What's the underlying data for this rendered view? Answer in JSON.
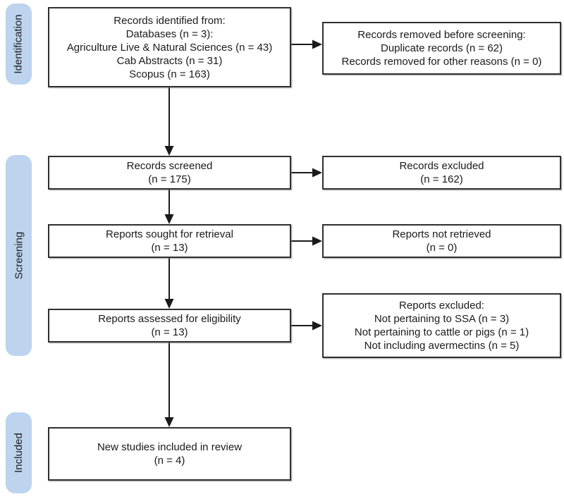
{
  "sidebar": {
    "stages": [
      {
        "label": "Identification"
      },
      {
        "label": "Screening"
      },
      {
        "label": "Included"
      }
    ]
  },
  "boxes": {
    "identified": {
      "lines": [
        "Records identified from:",
        "Databases (n = 3):",
        "Agriculture Live & Natural Sciences (n = 43)",
        "Cab Abstracts (n = 31)",
        "Scopus (n = 163)"
      ]
    },
    "removed_before_screening": {
      "lines": [
        "Records removed before screening:",
        "Duplicate records (n = 62)",
        "Records removed for other reasons (n = 0)"
      ]
    },
    "records_screened": {
      "lines": [
        "Records screened",
        "(n = 175)"
      ]
    },
    "records_excluded": {
      "lines": [
        "Records excluded",
        "(n = 162)"
      ]
    },
    "reports_sought": {
      "lines": [
        "Reports sought for retrieval",
        "(n = 13)"
      ]
    },
    "reports_not_retrieved": {
      "lines": [
        "Reports not retrieved",
        "(n = 0)"
      ]
    },
    "reports_assessed": {
      "lines": [
        "Reports assessed for eligibility",
        "(n = 13)"
      ]
    },
    "reports_excluded": {
      "lines": [
        "Reports excluded:",
        "Not pertaining to SSA (n = 3)",
        "Not pertaining to cattle or pigs (n = 1)",
        "Not including avermectins (n = 5)"
      ]
    },
    "included_studies": {
      "lines": [
        "New studies included in review",
        "(n = 4)"
      ]
    }
  },
  "colors": {
    "stage_fill": "#bdd3ee",
    "box_border": "#2f2f2f",
    "arrow": "#1a1a1a",
    "text": "#1a1a1a",
    "background": "#ffffff"
  }
}
